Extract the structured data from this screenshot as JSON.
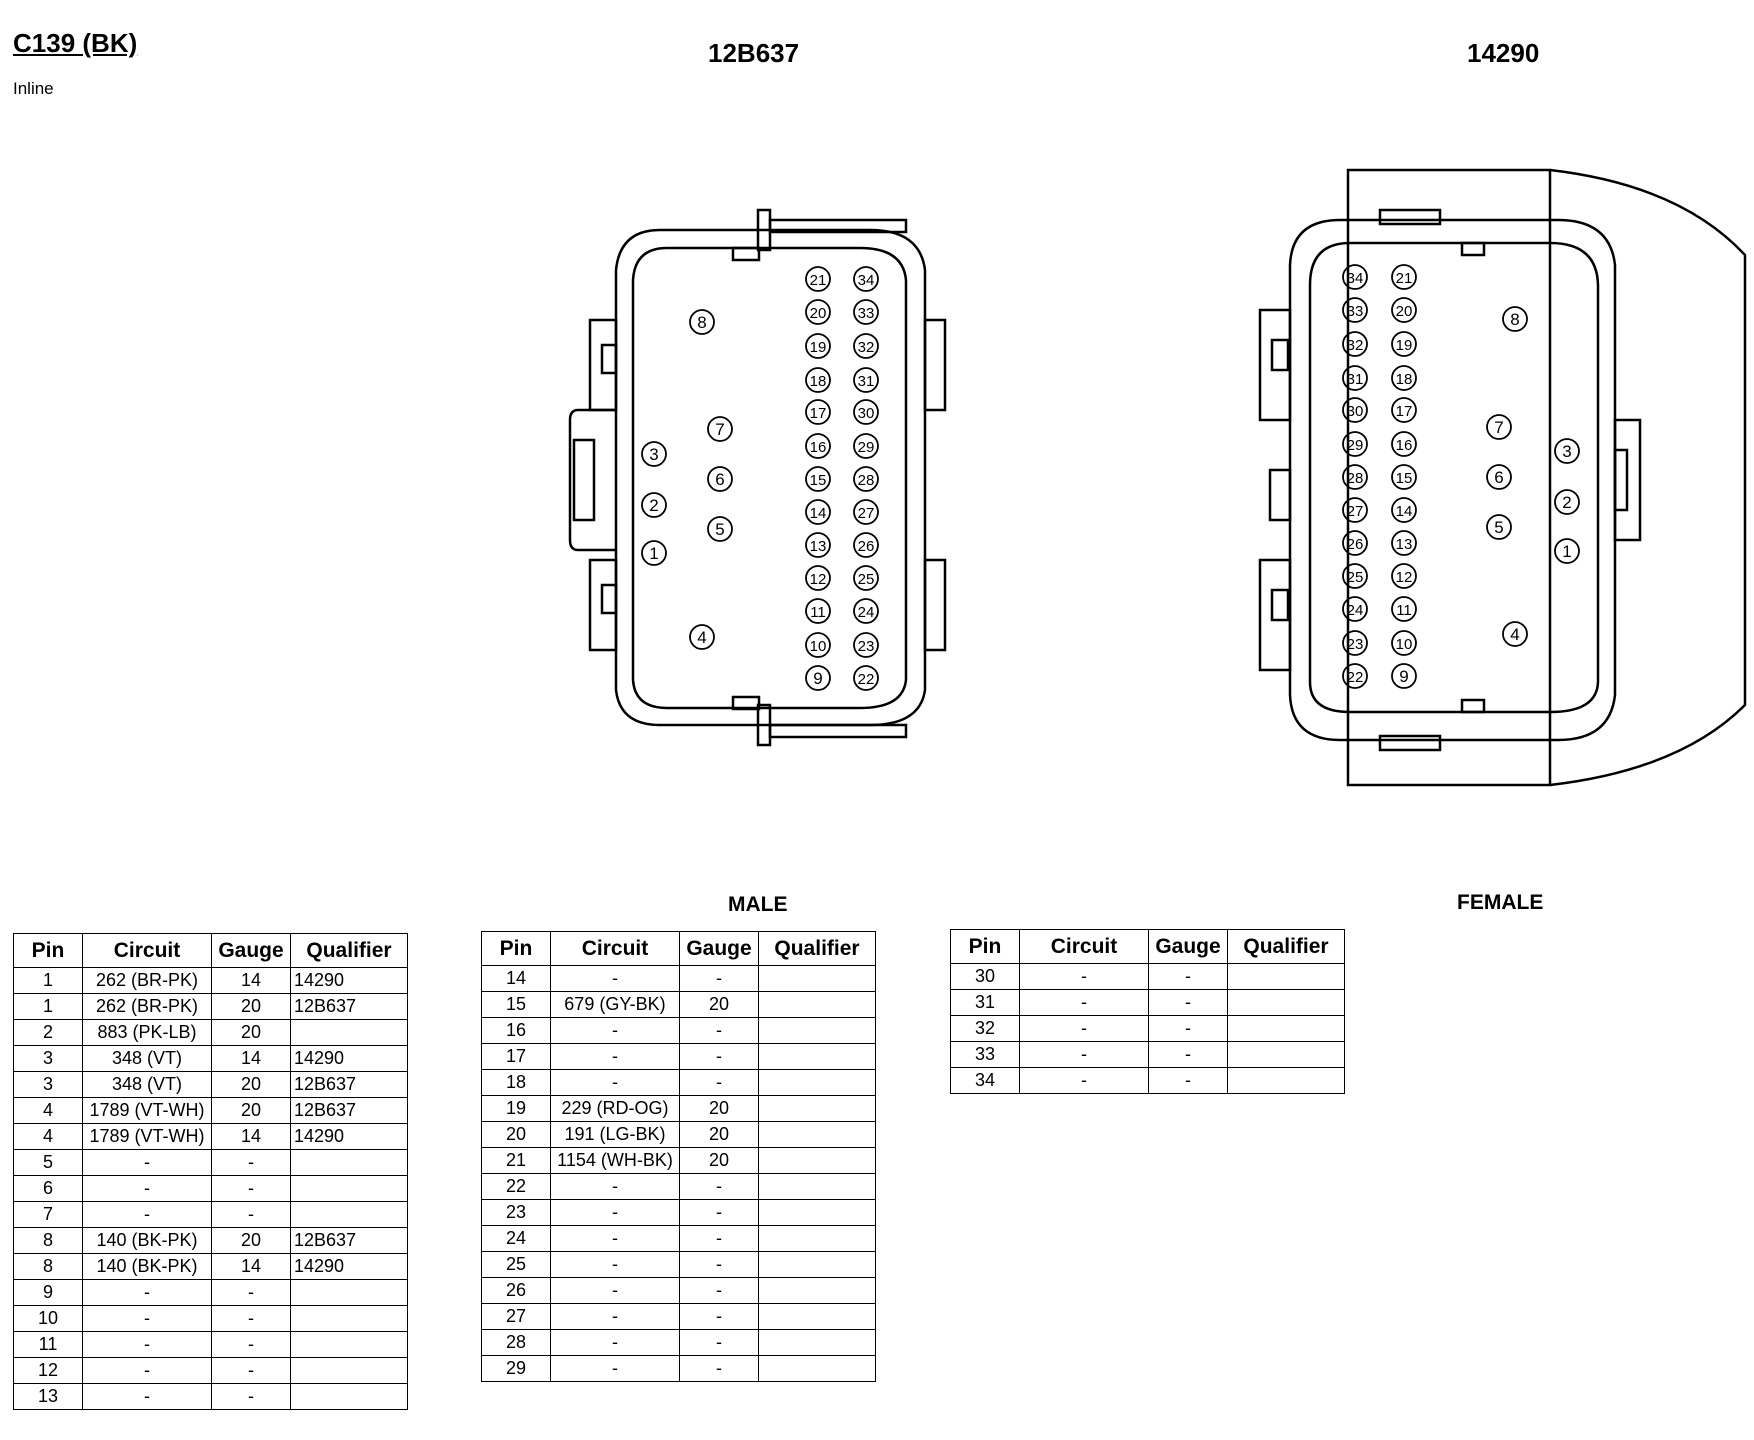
{
  "connector": {
    "title": "C139 (BK)",
    "subtitle": "Inline"
  },
  "parts": {
    "a": "12B637",
    "b": "14290"
  },
  "genders": {
    "male": "MALE",
    "female": "FEMALE"
  },
  "headers": [
    "Pin",
    "Circuit",
    "Gauge",
    "Qualifier"
  ],
  "table1": [
    [
      "1",
      "262 (BR-PK)",
      "14",
      "14290"
    ],
    [
      "1",
      "262 (BR-PK)",
      "20",
      "12B637"
    ],
    [
      "2",
      "883 (PK-LB)",
      "20",
      ""
    ],
    [
      "3",
      "348 (VT)",
      "14",
      "14290"
    ],
    [
      "3",
      "348 (VT)",
      "20",
      "12B637"
    ],
    [
      "4",
      "1789 (VT-WH)",
      "20",
      "12B637"
    ],
    [
      "4",
      "1789 (VT-WH)",
      "14",
      "14290"
    ],
    [
      "5",
      "-",
      "-",
      ""
    ],
    [
      "6",
      "-",
      "-",
      ""
    ],
    [
      "7",
      "-",
      "-",
      ""
    ],
    [
      "8",
      "140 (BK-PK)",
      "20",
      "12B637"
    ],
    [
      "8",
      "140 (BK-PK)",
      "14",
      "14290"
    ],
    [
      "9",
      "-",
      "-",
      ""
    ],
    [
      "10",
      "-",
      "-",
      ""
    ],
    [
      "11",
      "-",
      "-",
      ""
    ],
    [
      "12",
      "-",
      "-",
      ""
    ],
    [
      "13",
      "-",
      "-",
      ""
    ]
  ],
  "table2": [
    [
      "14",
      "-",
      "-",
      ""
    ],
    [
      "15",
      "679 (GY-BK)",
      "20",
      ""
    ],
    [
      "16",
      "-",
      "-",
      ""
    ],
    [
      "17",
      "-",
      "-",
      ""
    ],
    [
      "18",
      "-",
      "-",
      ""
    ],
    [
      "19",
      "229 (RD-OG)",
      "20",
      ""
    ],
    [
      "20",
      "191 (LG-BK)",
      "20",
      ""
    ],
    [
      "21",
      "1154 (WH-BK)",
      "20",
      ""
    ],
    [
      "22",
      "-",
      "-",
      ""
    ],
    [
      "23",
      "-",
      "-",
      ""
    ],
    [
      "24",
      "-",
      "-",
      ""
    ],
    [
      "25",
      "-",
      "-",
      ""
    ],
    [
      "26",
      "-",
      "-",
      ""
    ],
    [
      "27",
      "-",
      "-",
      ""
    ],
    [
      "28",
      "-",
      "-",
      ""
    ],
    [
      "29",
      "-",
      "-",
      ""
    ]
  ],
  "table3": [
    [
      "30",
      "-",
      "-",
      ""
    ],
    [
      "31",
      "-",
      "-",
      ""
    ],
    [
      "32",
      "-",
      "-",
      ""
    ],
    [
      "33",
      "-",
      "-",
      ""
    ],
    [
      "34",
      "-",
      "-",
      ""
    ]
  ]
}
